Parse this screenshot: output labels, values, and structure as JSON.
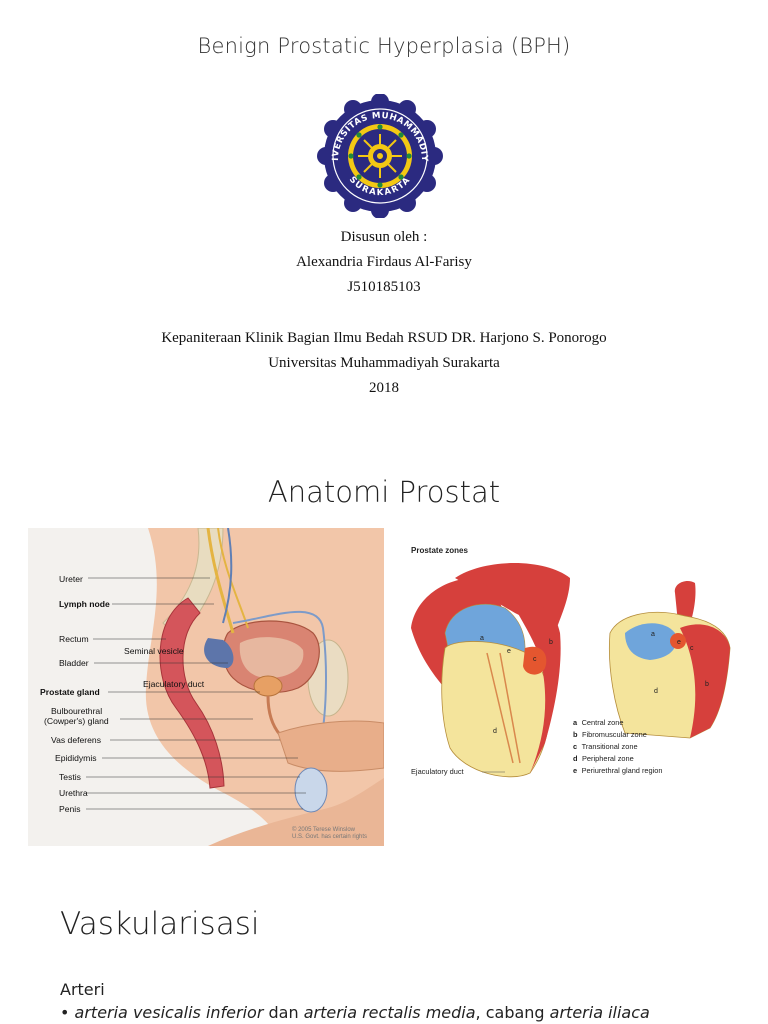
{
  "slide1": {
    "title": "Benign Prostatic Hyperplasia (BPH)",
    "logo": {
      "ring_text_top": "UNIVERSITAS MUHAMMADIYAH",
      "ring_text_bottom": "SURAKARTA",
      "colors": {
        "navy": "#2b2a80",
        "yellow": "#f3c814",
        "green": "#1f8a3c",
        "white": "#ffffff"
      }
    },
    "prepared_by_label": "Disusun oleh :",
    "author": "Alexandria Firdaus Al-Farisy",
    "student_id": "J510185103",
    "program": "Kepaniteraan Klinik Bagian Ilmu Bedah RSUD DR. Harjono S. Ponorogo",
    "university": "Universitas Muhammadiyah Surakarta",
    "year": "2018"
  },
  "slide2": {
    "title": "Anatomi Prostat",
    "left_figure": {
      "labels": [
        "Ureter",
        "Lymph node",
        "Rectum",
        "Bladder",
        "Seminal vesicle",
        "Ejaculatory duct",
        "Prostate gland",
        "Bulbourethral",
        "(Cowper's) gland",
        "Vas deferens",
        "Epididymis",
        "Testis",
        "Urethra",
        "Penis"
      ],
      "credit_line1": "© 2005 Terese Winslow",
      "credit_line2": "U.S. Govt. has certain rights"
    },
    "right_figure": {
      "title": "Prostate zones",
      "duct_label": "Ejaculatory duct",
      "zones": [
        {
          "key": "a",
          "name": "Central zone"
        },
        {
          "key": "b",
          "name": "Fibromuscular zone"
        },
        {
          "key": "c",
          "name": "Transitional zone"
        },
        {
          "key": "d",
          "name": "Peripheral zone"
        },
        {
          "key": "e",
          "name": "Periurethral gland region"
        }
      ]
    }
  },
  "slide3": {
    "title": "Vaskularisasi",
    "subheading": "Arteri",
    "bullet": {
      "marker": "•",
      "term1": "arteria vesicalis inferior",
      "and_word": " dan ",
      "term2": "arteria rectalis media",
      "branch_word": ", cabang ",
      "term3": "arteria iliaca"
    }
  }
}
